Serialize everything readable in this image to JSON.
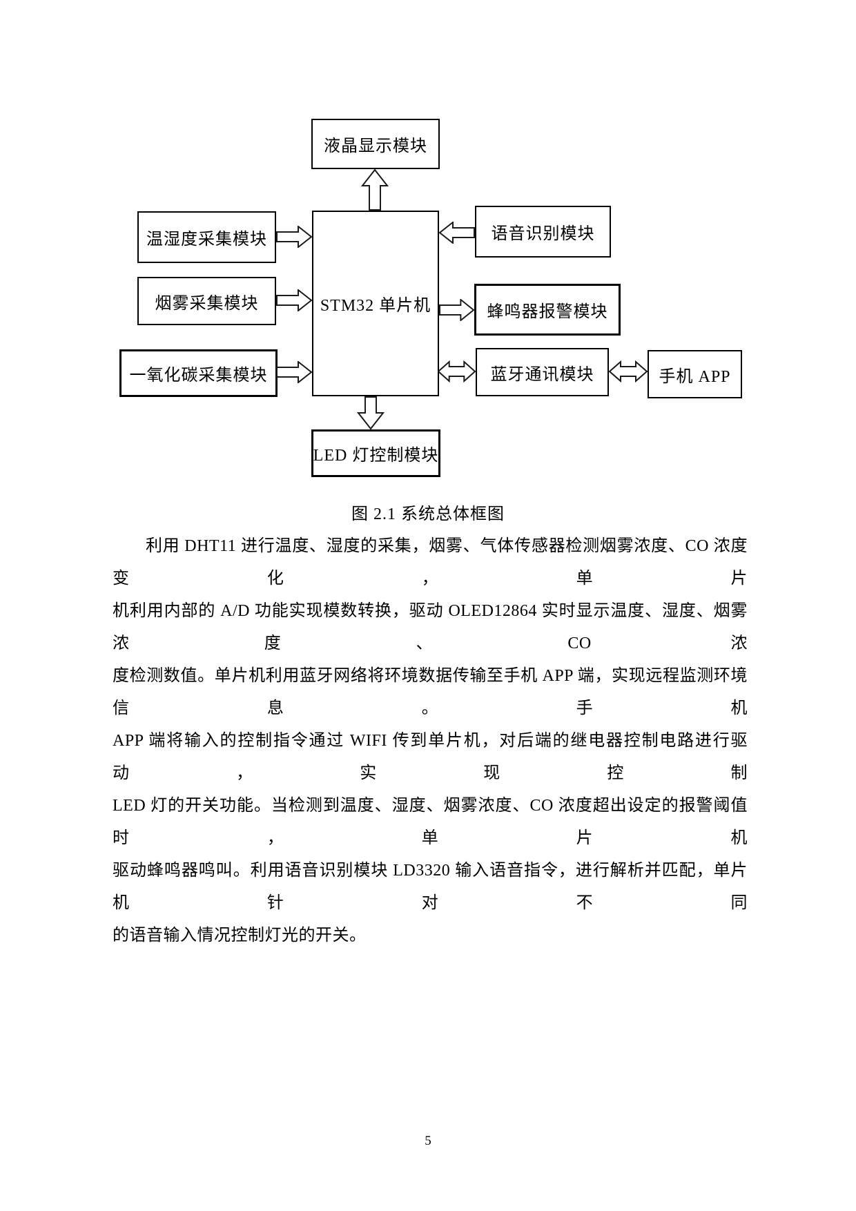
{
  "figure": {
    "caption": "图 2.1 系统总体框图",
    "boxes": {
      "lcd": "液晶显示模块",
      "mcu": "STM32 单片机",
      "temp_humidity": "温湿度采集模块",
      "smoke": "烟雾采集模块",
      "co": "一氧化碳采集模块",
      "voice": "语音识别模块",
      "buzzer": "蜂鸣器报警模块",
      "bluetooth": "蓝牙通讯模块",
      "phone": "手机 APP",
      "led": "LED 灯控制模块"
    }
  },
  "paragraph": {
    "lines": [
      "利用 DHT11 进行温度、湿度的采集，烟雾、气体传感器检测烟雾浓度、CO 浓度变化，单片",
      "机利用内部的 A/D 功能实现模数转换，驱动 OLED12864 实时显示温度、湿度、烟雾浓度、CO 浓",
      "度检测数值。单片机利用蓝牙网络将环境数据传输至手机 APP 端，实现远程监测环境信息。手机",
      "APP 端将输入的控制指令通过 WIFI 传到单片机，对后端的继电器控制电路进行驱动，实现控制",
      "LED 灯的开关功能。当检测到温度、湿度、烟雾浓度、CO 浓度超出设定的报警阈值时，单片机",
      "驱动蜂鸣器鸣叫。利用语音识别模块 LD3320 输入语音指令，进行解析并匹配，单片机针对不同",
      "的语音输入情况控制灯光的开关。"
    ]
  },
  "page_number": "5"
}
